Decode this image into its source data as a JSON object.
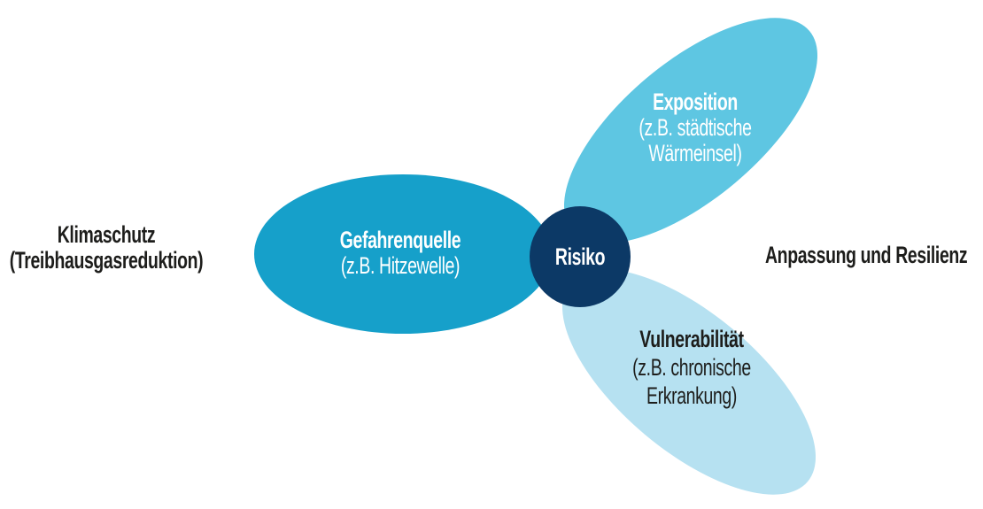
{
  "diagram": {
    "background_color": "#ffffff",
    "center_node": {
      "label": "Risiko",
      "fill_color": "#0c3966",
      "text_color": "#ffffff"
    },
    "petals": {
      "gefahrenquelle": {
        "title": "Gefahrenquelle",
        "subtitle_lines": [
          "(z.B. Hitzewelle)"
        ],
        "fill_color": "#16a0ca",
        "text_color": "#ffffff"
      },
      "exposition": {
        "title": "Exposition",
        "subtitle_lines": [
          "(z.B. städtische",
          "Wärmeinsel)"
        ],
        "fill_color": "#5ec6e2",
        "text_color": "#ffffff"
      },
      "vulnerabilitaet": {
        "title": "Vulnerabilität",
        "subtitle_lines": [
          "(z.B. chronische",
          "Erkrankung)"
        ],
        "fill_color": "#b6e1f1",
        "text_color": "#1d1d1b"
      }
    },
    "side_labels": {
      "left": {
        "lines": [
          "Klimaschutz",
          "(Treibhausgasreduktion)"
        ],
        "text_color": "#1d1d1b"
      },
      "right": {
        "lines": [
          "Anpassung und Resilienz"
        ],
        "text_color": "#1d1d1b"
      }
    }
  }
}
